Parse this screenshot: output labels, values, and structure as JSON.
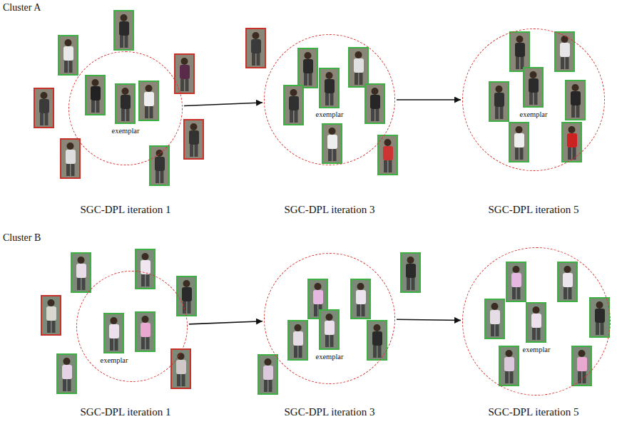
{
  "diagram": {
    "nodes": [
      {
        "text": [
          "exemplar"
        ]
      },
      {
        "text": [
          "exemplar"
        ]
      },
      {
        "text": [
          "exemplar"
        ]
      },
      {
        "text": [
          "exemplar"
        ]
      },
      {
        "text": [
          "exemplar"
        ]
      },
      {
        "text": [
          "exemplar"
        ]
      }
    ],
    "edges": [
      {
        "from": 0,
        "to": 1,
        "arrow": "to"
      },
      {
        "from": 1,
        "to": 2,
        "arrow": "to"
      },
      {
        "from": 3,
        "to": 4,
        "arrow": "to"
      },
      {
        "from": 4,
        "to": 5,
        "arrow": "to"
      }
    ],
    "labels": [
      "Cluster A",
      "SGC-DPL iteration 1",
      "SGC-DPL iteration 3",
      "SGC-DPL iteration 5",
      "Cluster B",
      "SGC-DPL iteration 1",
      "SGC-DPL iteration 3",
      "SGC-DPL iteration 5"
    ]
  }
}
